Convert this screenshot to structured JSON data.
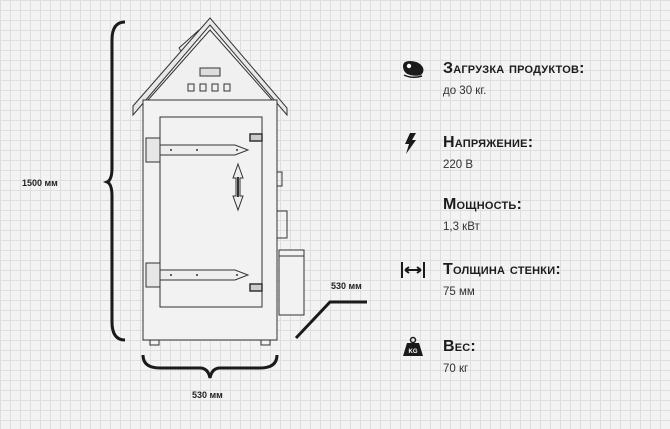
{
  "dimensions": {
    "height": "1500 мм",
    "width": "530 мм",
    "depth": "530 мм"
  },
  "specs": [
    {
      "icon": "meat-icon",
      "title": "Загрузка продуктов:",
      "value": "до 30 кг."
    },
    {
      "icon": "lightning-icon",
      "title": "Напряжение:",
      "value": "220 В"
    },
    {
      "icon": "",
      "title": "Мощность:",
      "value": "1,3 кВт"
    },
    {
      "icon": "width-arrows-icon",
      "title": "Толщина стенки:",
      "value": "75 мм"
    },
    {
      "icon": "weight-kg-icon",
      "title": "Вес:",
      "value": "70 кг",
      "icon_text": "KG"
    }
  ]
}
